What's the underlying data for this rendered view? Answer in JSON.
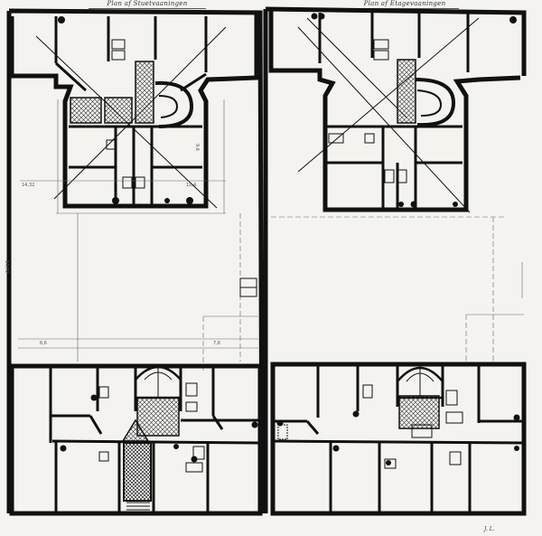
{
  "titles": {
    "left": "Plan af Stuetvaaningen",
    "right": "Plan af Etagevaaningen"
  },
  "dimensions": {
    "a": "14,32",
    "b": "11,4",
    "c": "9,6",
    "d": "14,72",
    "e": "6,6",
    "f": "7,6"
  },
  "signature": "J. L."
}
